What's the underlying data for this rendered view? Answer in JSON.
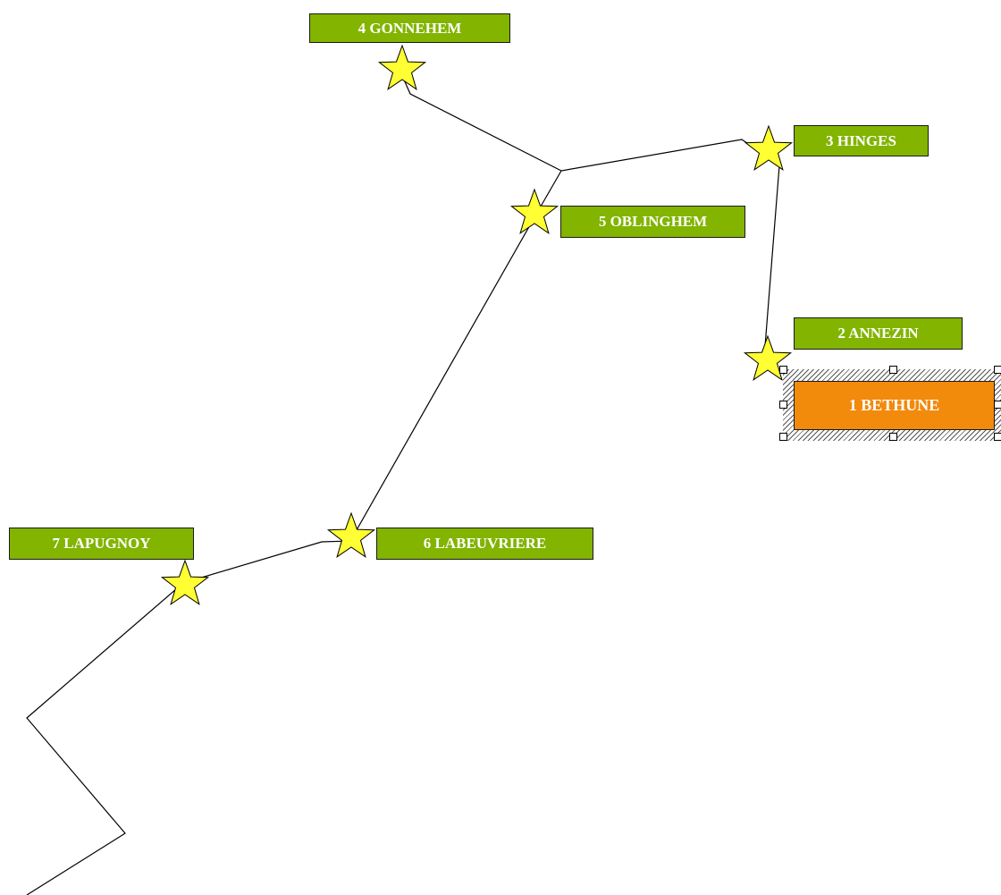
{
  "stops": [
    {
      "number": 1,
      "name": "BETHUNE",
      "label": "1 BETHUNE"
    },
    {
      "number": 2,
      "name": "ANNEZIN",
      "label": "2 ANNEZIN"
    },
    {
      "number": 3,
      "name": "HINGES",
      "label": "3 HINGES"
    },
    {
      "number": 4,
      "name": "GONNEHEM",
      "label": "4 GONNEHEM"
    },
    {
      "number": 5,
      "name": "OBLINGHEM",
      "label": "5 OBLINGHEM"
    },
    {
      "number": 6,
      "name": "LABEUVRIERE",
      "label": "6 LABEUVRIERE"
    },
    {
      "number": 7,
      "name": "LAPUGNOY",
      "label": "7 LAPUGNOY"
    }
  ],
  "selected_stop": "1 BETHUNE",
  "colors": {
    "label_fill": "#82b400",
    "selected_label_fill": "#f28a0c",
    "star_fill": "#ffff33",
    "line": "#000000",
    "background": "#ffffff"
  },
  "icons": {
    "stop_marker": "star-icon",
    "selection_handle": "resize-handle-icon"
  }
}
